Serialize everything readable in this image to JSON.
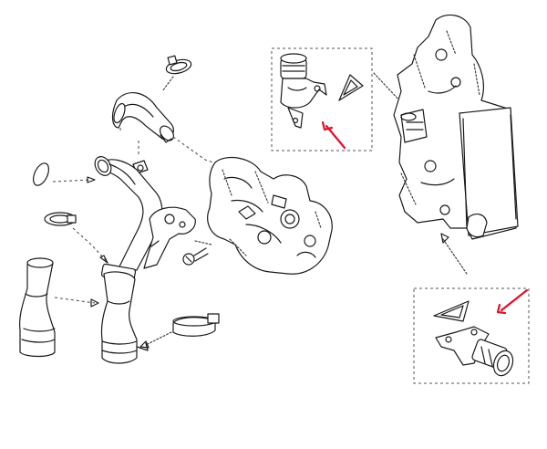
{
  "colors": {
    "line": "#1a1a1a",
    "callout_arrow": "#e0102a",
    "background": "#ffffff"
  },
  "parts": [
    {
      "name": "o-ring-seal",
      "icon": "o-ring"
    },
    {
      "name": "upper-intercooler-pipe",
      "icon": "bent-pipe"
    },
    {
      "name": "hose-clamp-upper",
      "icon": "clamp"
    },
    {
      "name": "hose-clamp-small",
      "icon": "clamp"
    },
    {
      "name": "charge-air-pipe",
      "icon": "long-pipe"
    },
    {
      "name": "mounting-bracket",
      "icon": "bracket"
    },
    {
      "name": "bolt",
      "icon": "bolt"
    },
    {
      "name": "flexible-hose",
      "icon": "hose"
    },
    {
      "name": "lower-hose",
      "icon": "hose"
    },
    {
      "name": "hose-clamp-lower",
      "icon": "clamp"
    },
    {
      "name": "engine-block",
      "icon": "engine"
    },
    {
      "name": "throttle-housing",
      "icon": "housing"
    },
    {
      "name": "triangular-gasket",
      "icon": "gasket"
    },
    {
      "name": "intercooler-module",
      "icon": "module"
    }
  ]
}
